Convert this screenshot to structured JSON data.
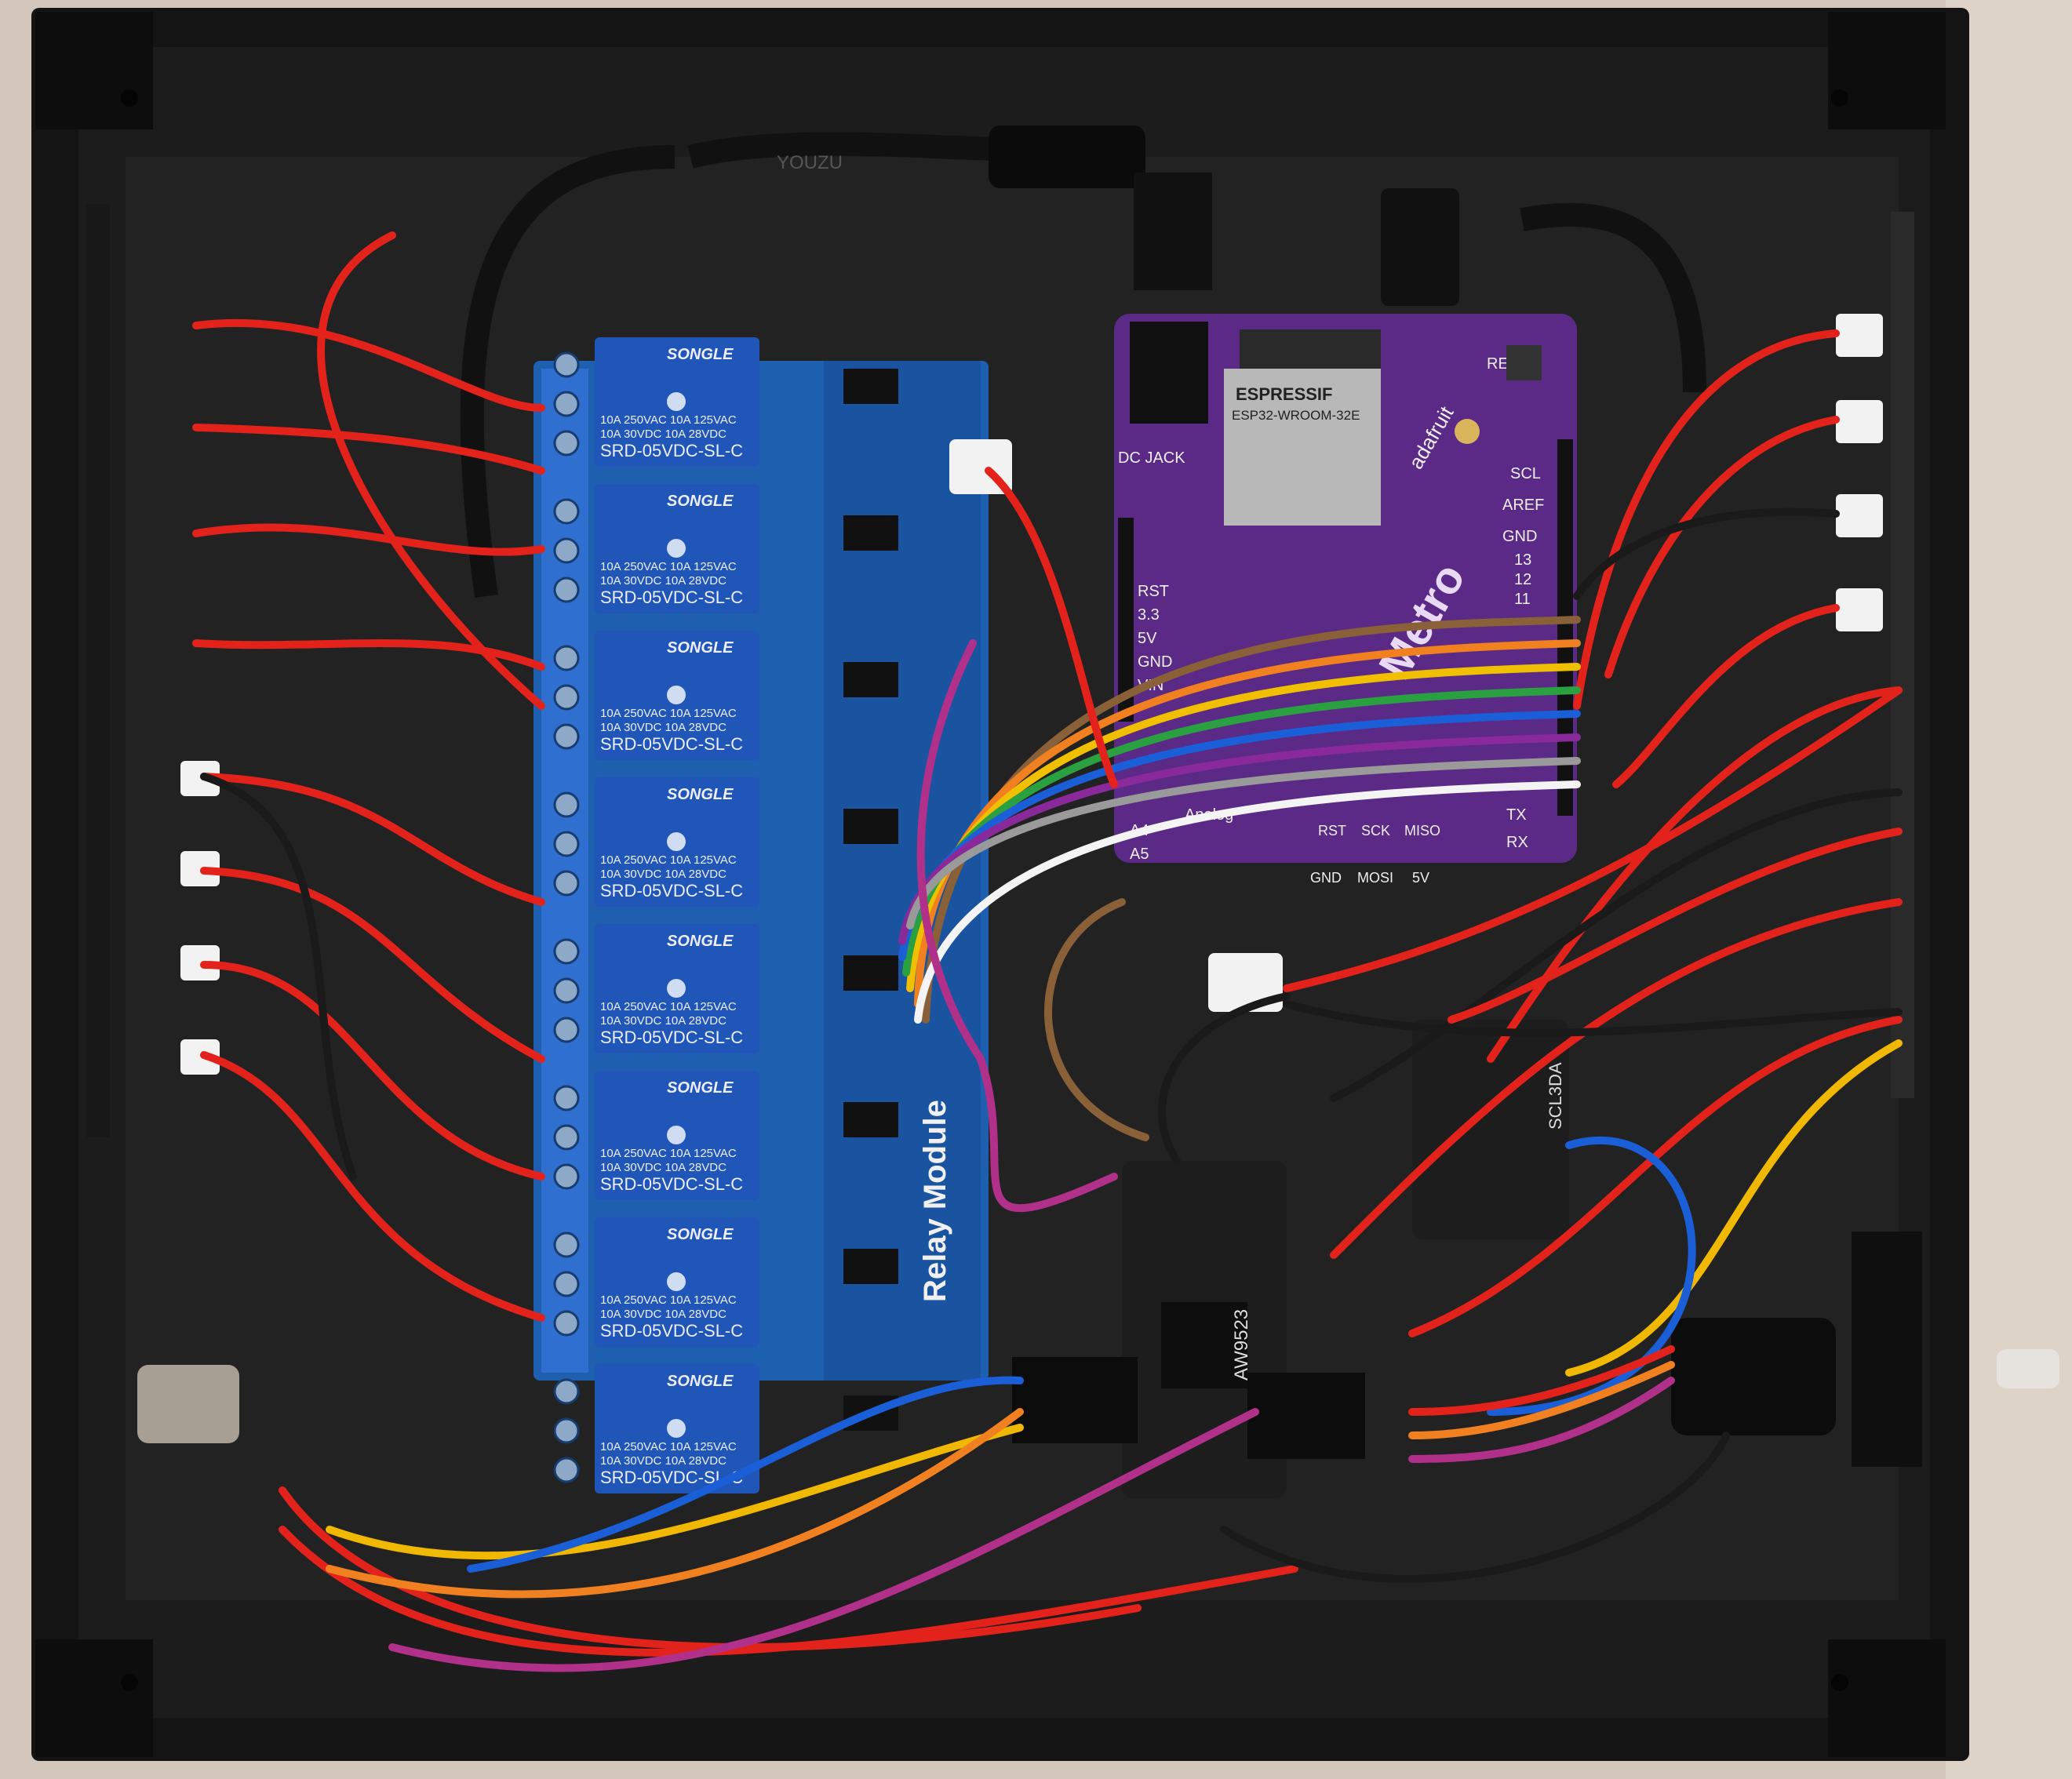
{
  "relay_module": {
    "name": "Relay Module",
    "relays": [
      {
        "brand": "SONGLE",
        "rating_line1": "10A 250VAC  10A 125VAC",
        "rating_line2": "10A 30VDC  10A 28VDC",
        "model": "SRD-05VDC-SL-C"
      },
      {
        "brand": "SONGLE",
        "rating_line1": "10A 250VAC  10A 125VAC",
        "rating_line2": "10A 30VDC  10A 28VDC",
        "model": "SRD-05VDC-SL-C"
      },
      {
        "brand": "SONGLE",
        "rating_line1": "10A 250VAC  10A 125VAC",
        "rating_line2": "10A 30VDC  10A 28VDC",
        "model": "SRD-05VDC-SL-C"
      },
      {
        "brand": "SONGLE",
        "rating_line1": "10A 250VAC  10A 125VAC",
        "rating_line2": "10A 30VDC  10A 28VDC",
        "model": "SRD-05VDC-SL-C"
      },
      {
        "brand": "SONGLE",
        "rating_line1": "10A 250VAC  10A 125VAC",
        "rating_line2": "10A 30VDC  10A 28VDC",
        "model": "SRD-05VDC-SL-C"
      },
      {
        "brand": "SONGLE",
        "rating_line1": "10A 250VAC  10A 125VAC",
        "rating_line2": "10A 30VDC  10A 28VDC",
        "model": "SRD-05VDC-SL-C"
      },
      {
        "brand": "SONGLE",
        "rating_line1": "10A 250VAC  10A 125VAC",
        "rating_line2": "10A 30VDC  10A 28VDC",
        "model": "SRD-05VDC-SL-C"
      },
      {
        "brand": "SONGLE",
        "rating_line1": "10A 250VAC  10A 125VAC",
        "rating_line2": "10A 30VDC  10A 28VDC",
        "model": "SRD-05VDC-SL-C"
      }
    ]
  },
  "mcu_board": {
    "brand": "adafruit",
    "board_name": "Metro",
    "module_brand": "ESPRESSIF",
    "module_model": "ESP32-WROOM-32E",
    "reset_label": "RESET",
    "dc_jack_label": "DC JACK",
    "pins_left": [
      "RST",
      "3.3",
      "5V",
      "GND",
      "VIN"
    ],
    "pins_right": [
      "SCL",
      "AREF",
      "GND",
      "13",
      "12",
      "11"
    ],
    "analog_label": "Analog",
    "analog_pins": [
      "A4",
      "A5"
    ],
    "bottom_pins": [
      "RST",
      "SCK",
      "MISO",
      "GND",
      "MOSI",
      "5V"
    ],
    "tx_label": "TX",
    "rx_label": "RX"
  },
  "expander_board": {
    "label": "AW9523"
  },
  "level_shifter_board": {
    "label": "SCL3DA"
  },
  "cable_text": "YOUZU"
}
